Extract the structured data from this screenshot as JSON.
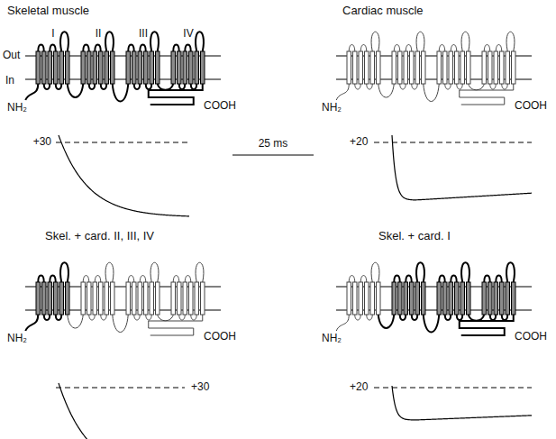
{
  "diagram": {
    "labels": [
      "Skeletal muscle",
      "I",
      "II",
      "III",
      "IV",
      "Out",
      "In",
      "NH₂",
      "COOH",
      "+30",
      "25 ms",
      "Cardiac muscle",
      "NH₂",
      "COOH",
      "+20",
      "Skel. + card. II, III, IV",
      "NH₂",
      "COOH",
      "+30",
      "Skel. + card. I",
      "NH₂",
      "COOH",
      "+20"
    ]
  }
}
